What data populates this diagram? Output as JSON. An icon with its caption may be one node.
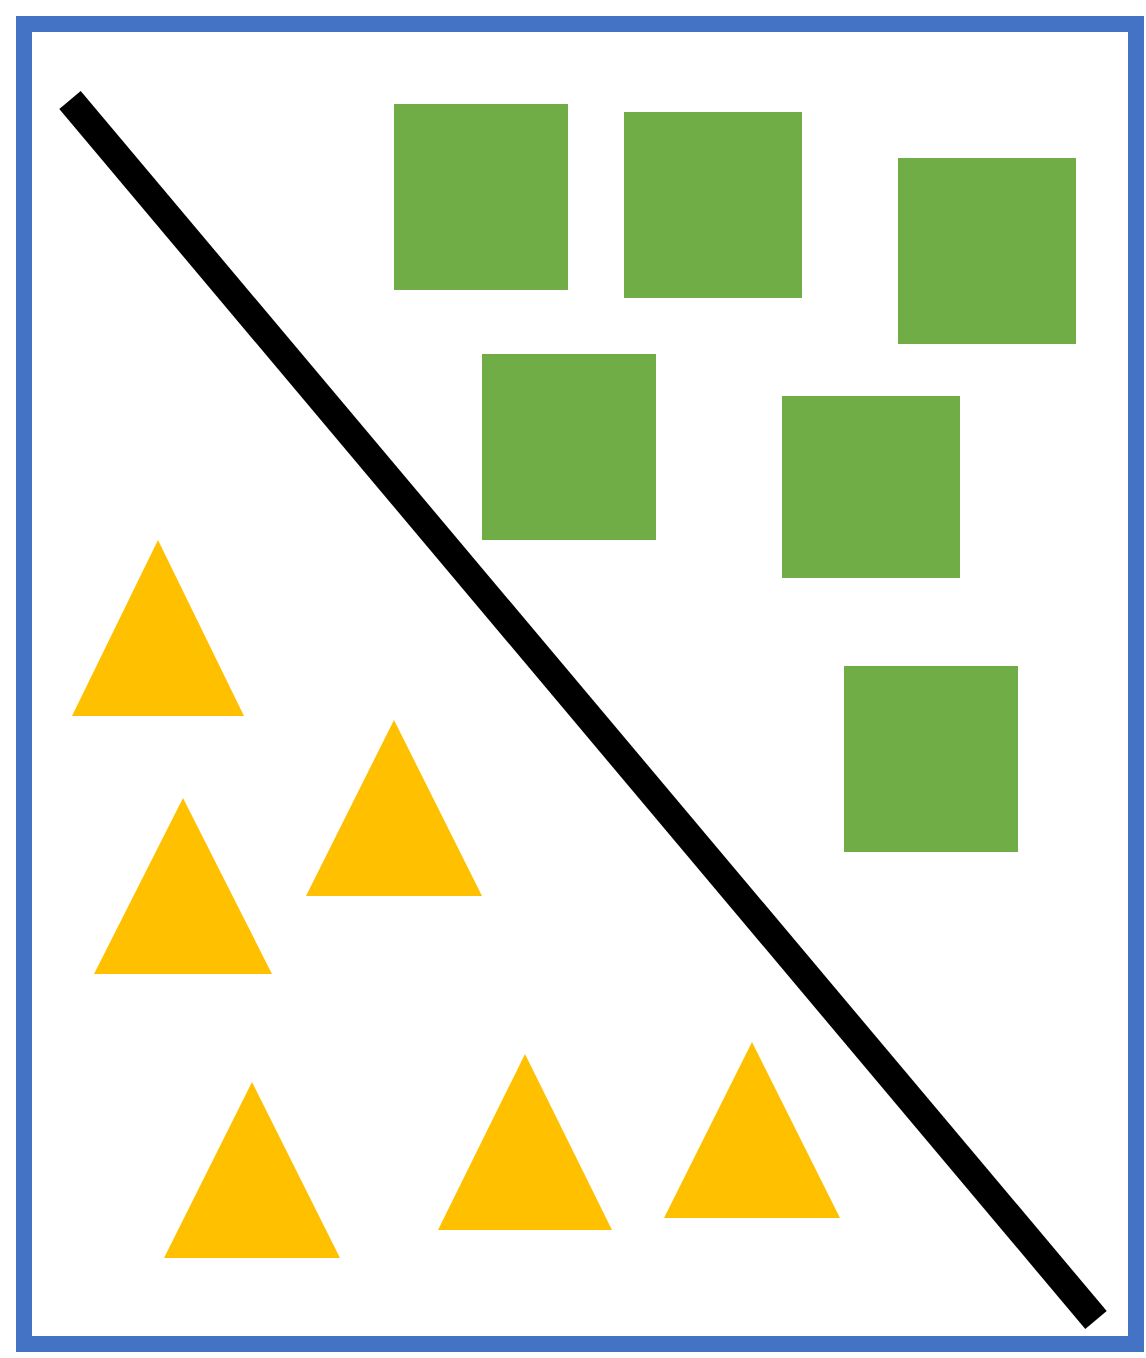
{
  "diagram": {
    "nodes": [
      {
        "text": [],
        "shape": "box"
      },
      {
        "text": [],
        "shape": "box"
      },
      {
        "text": [],
        "shape": "box"
      },
      {
        "text": [],
        "shape": "box"
      },
      {
        "text": [],
        "shape": "box"
      },
      {
        "text": [],
        "shape": "triangle"
      },
      {
        "text": [],
        "shape": "box"
      },
      {
        "text": [],
        "shape": "triangle"
      },
      {
        "text": [],
        "shape": "triangle"
      },
      {
        "text": [],
        "shape": "triangle"
      },
      {
        "text": [],
        "shape": "triangle"
      },
      {
        "text": [],
        "shape": "triangle"
      }
    ]
  }
}
